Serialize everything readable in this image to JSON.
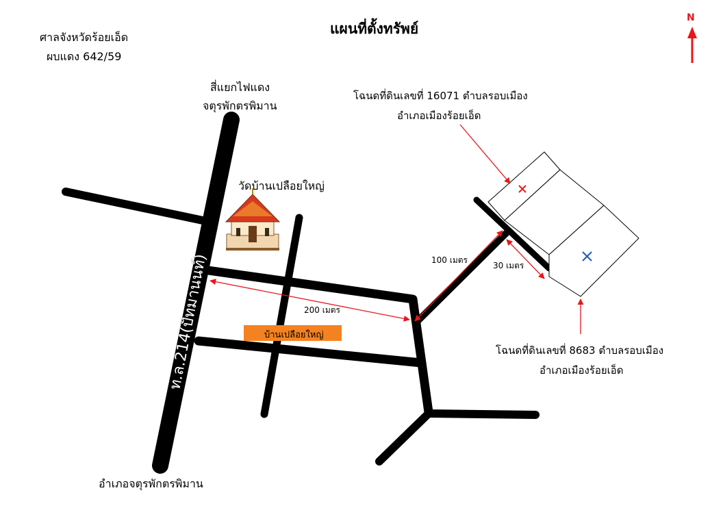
{
  "title": "แผนที่ตั้งทรัพย์",
  "court": "ศาลจังหวัดร้อยเอ็ด",
  "case_number": "ผบแดง 642/59",
  "north_label": "N",
  "labels": {
    "intersection_line1": "สี่แยกไฟแดง",
    "intersection_line2": "จตุรพักตรพิมาน",
    "temple": "วัดบ้านเปลือยใหญ่",
    "highway": "ท.ล.214(ปัทมานนท์)",
    "village": "บ้านเปลือยใหญ่",
    "district_bottom": "อำเภอจตุรพักตรพิมาน",
    "distance_200": "200 เมตร",
    "distance_100": "100 เมตร",
    "distance_30": "30 เมตร"
  },
  "deeds": {
    "top_line1": "โฉนดที่ดินเลขที่ 16071 ตำบลรอบเมือง",
    "top_line2": "อำเภอเมืองร้อยเอ็ด",
    "bottom_line1": "โฉนดที่ดินเลขที่ 8683 ตำบลรอบเมือง",
    "bottom_line2": "อำเภอเมืองร้อยเอ็ด"
  },
  "colors": {
    "road": "#000000",
    "arrow": "#e8161b",
    "village_label_bg": "#f58220",
    "marker_red": "#e8161b",
    "marker_blue": "#1e5bb8"
  },
  "icons": {
    "temple": "temple-icon",
    "north": "north-arrow-icon",
    "marker_red": "cross-marker-red",
    "marker_blue": "cross-marker-blue"
  }
}
